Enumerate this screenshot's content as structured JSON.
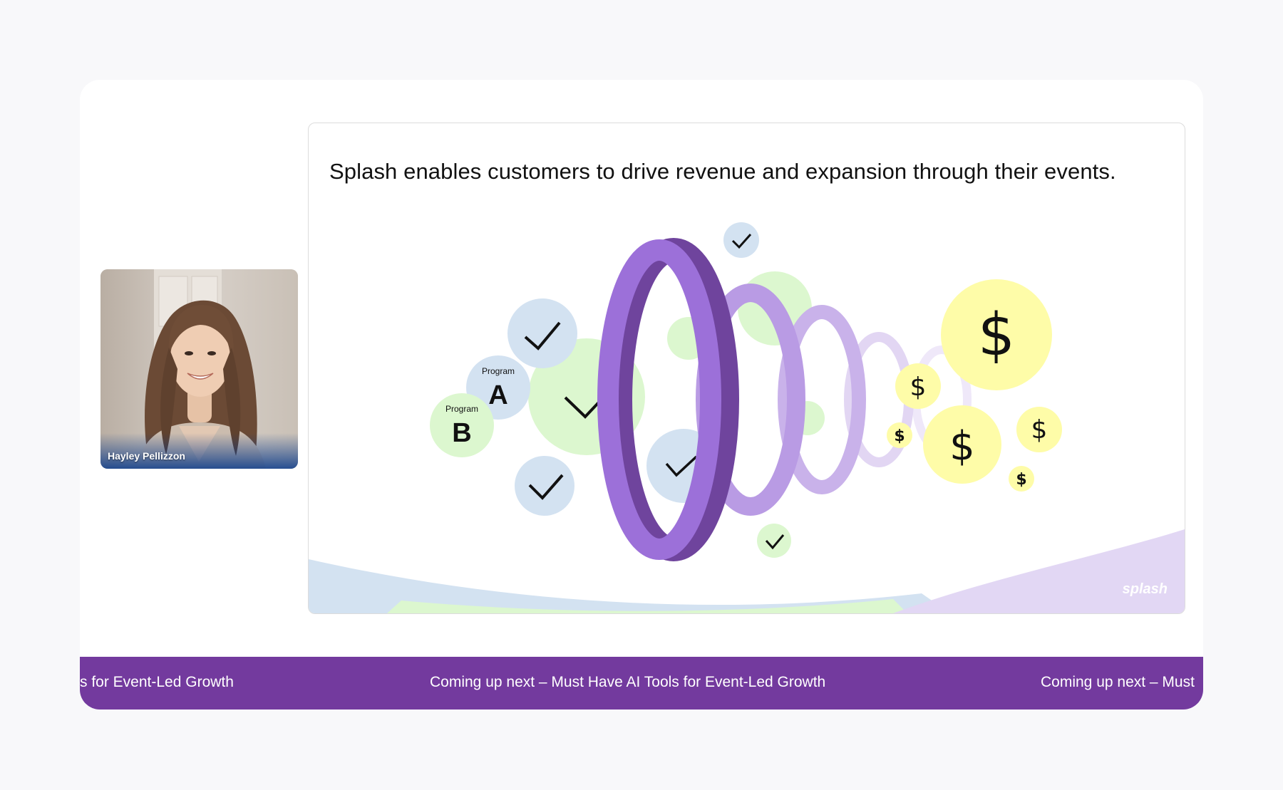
{
  "speaker": {
    "name": "Hayley Pellizzon"
  },
  "slide": {
    "title": "Splash enables customers to drive revenue and expansion through their events.",
    "program_a_label": "Program",
    "program_a_letter": "A",
    "program_b_label": "Program",
    "program_b_letter": "B",
    "dollar_symbol": "$",
    "brand_logo": "splash"
  },
  "ticker": {
    "items": [
      "s for Event-Led Growth",
      "Coming up next – Must Have AI Tools for Event-Led Growth",
      "Coming up next – Must"
    ],
    "background_color": "#733a9e"
  },
  "colors": {
    "blue_circle": "#d3e2f1",
    "green_circle": "#dcf7cf",
    "yellow_circle": "#fefca8",
    "purple_ring": "#9c70d9",
    "purple_ring_dark": "#6f449d",
    "ticker": "#733a9e"
  }
}
